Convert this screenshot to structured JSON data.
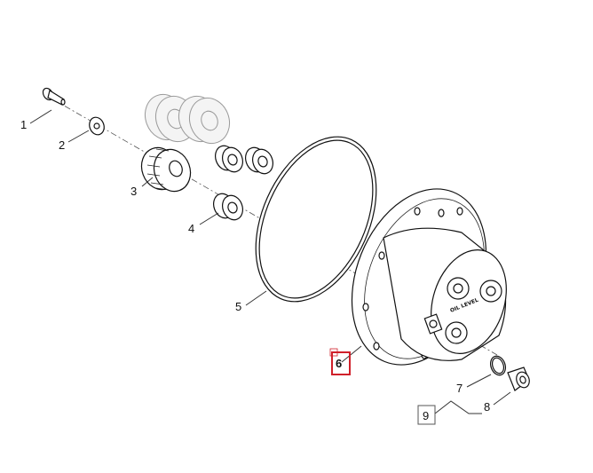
{
  "callouts": {
    "c1": "1",
    "c2": "2",
    "c3": "3",
    "c4": "4",
    "c5": "5",
    "c6": "6",
    "c7": "7",
    "c8": "8",
    "c9": "9"
  },
  "housing_text": "OIL LEVEL",
  "highlight_color": "#d0202a"
}
